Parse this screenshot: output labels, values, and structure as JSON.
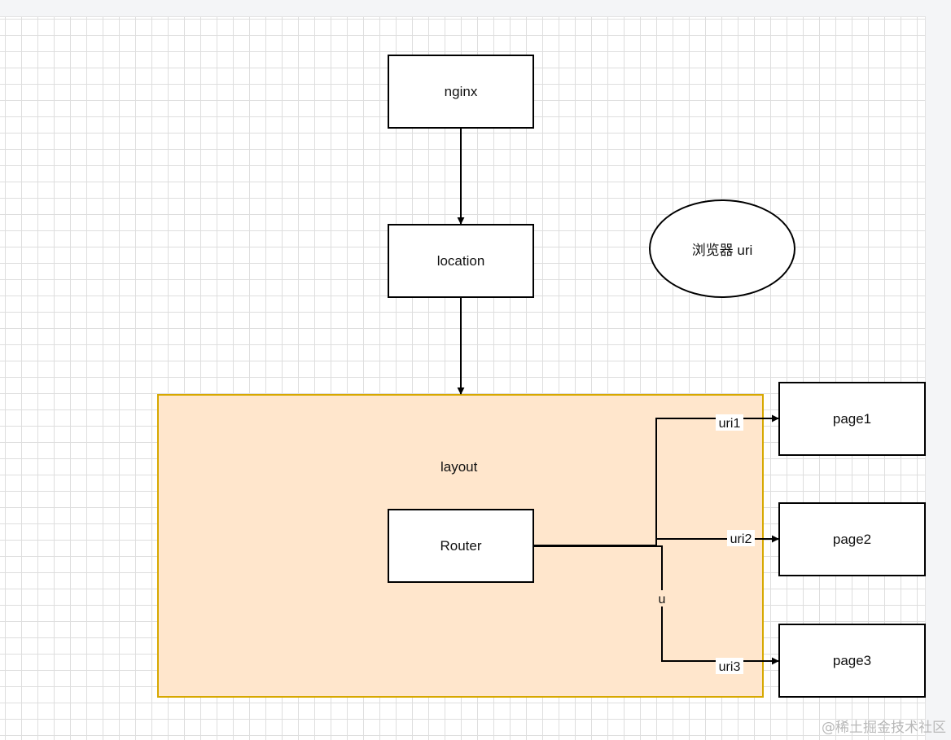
{
  "diagram": {
    "nodes": {
      "nginx": "nginx",
      "location": "location",
      "router": "Router",
      "page1": "page1",
      "page2": "page2",
      "page3": "page3"
    },
    "group_label": "layout",
    "ellipse_label": "浏览器 uri",
    "edges": {
      "uri1": "uri1",
      "uri2": "uri2",
      "uri3": "uri3",
      "u": "u"
    },
    "colors": {
      "group_fill": "#ffe6cc",
      "group_border": "#d7a800",
      "stroke": "#000000"
    }
  },
  "watermark": "@稀土掘金技术社区"
}
